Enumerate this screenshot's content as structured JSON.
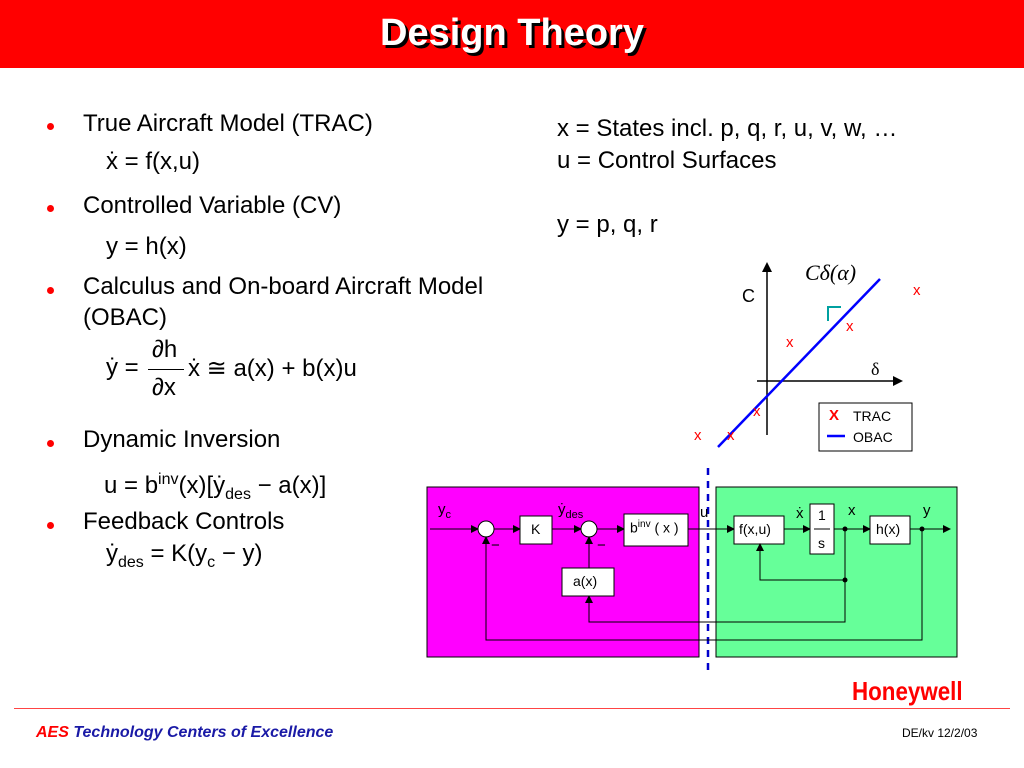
{
  "title": "Design Theory",
  "bullets": [
    {
      "text": "True Aircraft Model (TRAC)"
    },
    {
      "text": "Controlled Variable (CV)"
    },
    {
      "text": "Calculus and On-board Aircraft Model",
      "text2": "(OBAC)"
    },
    {
      "text": "Dynamic Inversion"
    },
    {
      "text": "Feedback Controls"
    }
  ],
  "equations": {
    "trac": "ẋ = f(x,u)",
    "cv": "y = h(x)",
    "obac_lhs": "ẏ =",
    "obac_num": "∂h",
    "obac_den": "∂x",
    "obac_rhs": "ẋ ≅ a(x) + b(x)u",
    "inv_lhs": "u = b",
    "inv_sup": "inv",
    "inv_rhs": "(x)[ẏ",
    "inv_sub": "des",
    "inv_end": " − a(x)]",
    "fb_lhs": "ẏ",
    "fb_sub": "des",
    "fb_mid": " = K(y",
    "fb_sub2": "c",
    "fb_end": " − y)"
  },
  "definitions": {
    "line1": "x = States incl. p, q, r, u, v, w, …",
    "line2": "u = Control Surfaces",
    "line3": "y = p, q, r"
  },
  "plot": {
    "cdelta": "Cδ(α)",
    "c_axis": "C",
    "delta_axis": "δ",
    "x_mark": "x",
    "legend_trac_mark": "X",
    "legend_trac": "TRAC",
    "legend_obac": "OBAC",
    "trac_color": "#ff0000",
    "obac_color": "#0000ff",
    "right_angle_color": "#00a0a0"
  },
  "block_diagram": {
    "yc": "y",
    "yc_sub": "c",
    "ydes": "ẏ",
    "ydes_sub": "des",
    "k": "K",
    "binv": "b",
    "binv_sup": "inv",
    "binv_arg": "( x )",
    "ax": "a(x)",
    "minus": "−",
    "u": "u",
    "fxu": "f(x,u)",
    "xdot": "ẋ",
    "int_num": "1",
    "int_den": "s",
    "x": "x",
    "hx": "h(x)",
    "y": "y",
    "controller_color": "#ff00ff",
    "plant_color": "#66ff99"
  },
  "footer": {
    "aes": "AES",
    "rest": " Technology Centers of Excellence",
    "date": "DE/kv 12/2/03",
    "logo": "Honeywell"
  }
}
